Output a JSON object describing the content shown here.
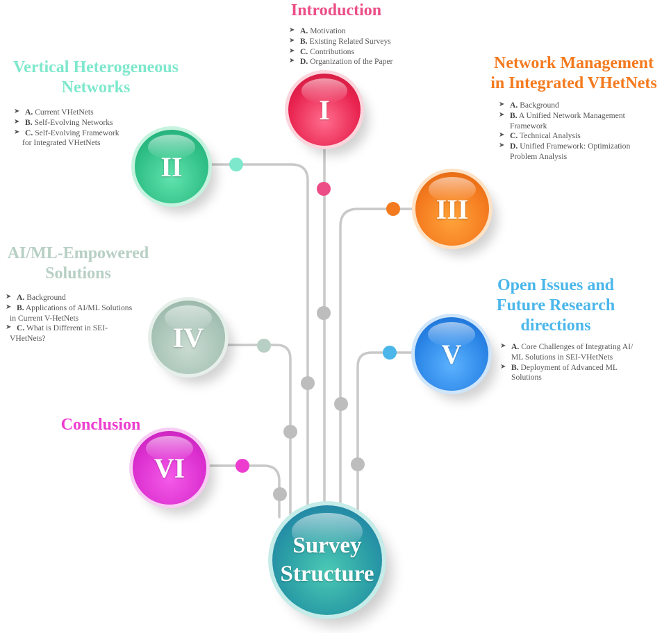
{
  "center": {
    "line1": "Survey",
    "line2": "Structure"
  },
  "sections": [
    {
      "id": "I",
      "numeral": "I",
      "title": [
        "Introduction"
      ],
      "color": "#ec4d86",
      "items": [
        {
          "letter": "A.",
          "text": "Motivation"
        },
        {
          "letter": "B.",
          "text": "Existing Related Surveys"
        },
        {
          "letter": "C.",
          "text": "Contributions"
        },
        {
          "letter": "D.",
          "text": "Organization of the Paper"
        }
      ]
    },
    {
      "id": "II",
      "numeral": "II",
      "title": [
        "Vertical Heterogeneous",
        "Networks"
      ],
      "color": "#7ee8cc",
      "items": [
        {
          "letter": "A.",
          "text": "Current VHetNets"
        },
        {
          "letter": "B.",
          "text": "Self-Evolving Networks"
        },
        {
          "letter": "C.",
          "text": "Self-Evolving Framework",
          "text2": "for Integrated VHetNets"
        }
      ]
    },
    {
      "id": "III",
      "numeral": "III",
      "title": [
        "Network Management",
        "in Integrated VHetNets"
      ],
      "color": "#f47a1f",
      "items": [
        {
          "letter": "A.",
          "text": "Background"
        },
        {
          "letter": "B.",
          "text": "A Unified Network  Management",
          "text2": "Framework"
        },
        {
          "letter": "C.",
          "text": "Technical Analysis"
        },
        {
          "letter": "D.",
          "text": "Unified Framework: Optimization",
          "text2": "Problem Analysis"
        }
      ]
    },
    {
      "id": "IV",
      "numeral": "IV",
      "title": [
        "AI/ML-Empowered",
        "Solutions"
      ],
      "color": "#b7cfc4",
      "items": [
        {
          "letter": "A.",
          "text": "Background"
        },
        {
          "letter": "B.",
          "text": "Applications of AI/ML Solutions",
          "text2": "in Current V-HetNets"
        },
        {
          "letter": "C.",
          "text": "What is Different in SEI-",
          "text2": "VHetNets?"
        }
      ]
    },
    {
      "id": "V",
      "numeral": "V",
      "title": [
        "Open Issues and",
        "Future Research",
        "directions"
      ],
      "color": "#4ab6ea",
      "items": [
        {
          "letter": "A.",
          "text": "Core Challenges of Integrating AI/",
          "text2": "ML Solutions in SEI-VHetNets"
        },
        {
          "letter": "B.",
          "text": "Deployment of Advanced ML",
          "text2": "Solutions"
        }
      ]
    },
    {
      "id": "VI",
      "numeral": "VI",
      "title": [
        "Conclusion"
      ],
      "color": "#ec3dcf",
      "items": []
    }
  ],
  "bullet_icon": "arrowhead-bullet-icon"
}
